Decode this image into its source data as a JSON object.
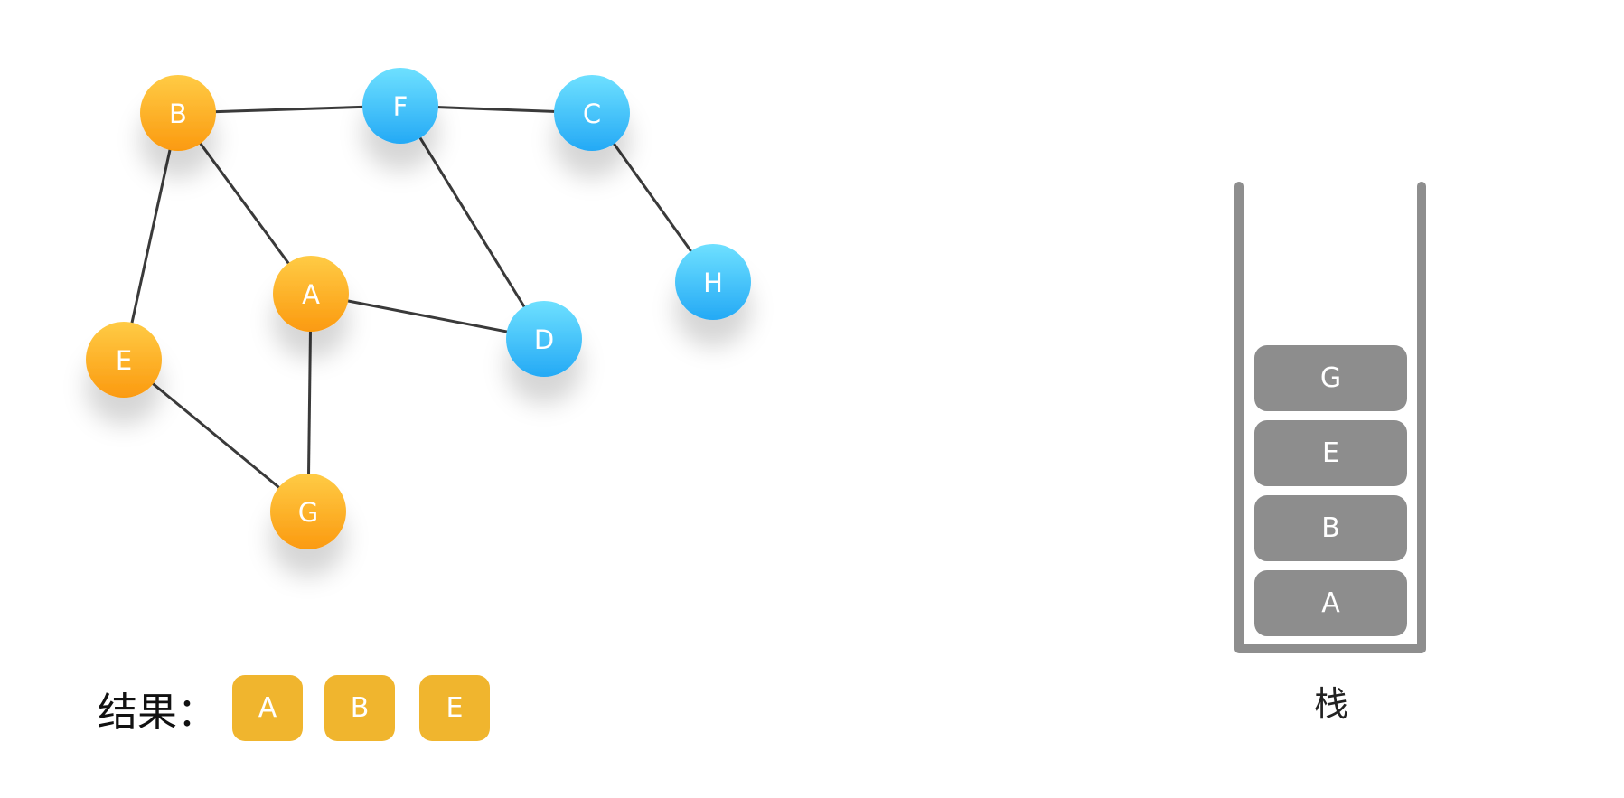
{
  "graph": {
    "nodes": [
      {
        "id": "B",
        "label": "B",
        "color": "orange"
      },
      {
        "id": "F",
        "label": "F",
        "color": "blue"
      },
      {
        "id": "C",
        "label": "C",
        "color": "blue"
      },
      {
        "id": "H",
        "label": "H",
        "color": "blue"
      },
      {
        "id": "A",
        "label": "A",
        "color": "orange"
      },
      {
        "id": "D",
        "label": "D",
        "color": "blue"
      },
      {
        "id": "E",
        "label": "E",
        "color": "orange"
      },
      {
        "id": "G",
        "label": "G",
        "color": "orange"
      }
    ],
    "edges": [
      [
        "B",
        "F"
      ],
      [
        "F",
        "C"
      ],
      [
        "C",
        "H"
      ],
      [
        "B",
        "A"
      ],
      [
        "B",
        "E"
      ],
      [
        "F",
        "D"
      ],
      [
        "A",
        "D"
      ],
      [
        "A",
        "G"
      ],
      [
        "E",
        "G"
      ]
    ],
    "colors": {
      "orange_light": "#ffcb45",
      "orange_dark": "#fb9a10",
      "blue_light": "#6ee0ff",
      "blue_dark": "#24a9f5",
      "edge": "#3a3a3a"
    }
  },
  "result": {
    "label": "结果：",
    "items": [
      "A",
      "B",
      "E"
    ],
    "box_color": "#f0b52e"
  },
  "stack": {
    "label": "栈",
    "items_top_to_bottom": [
      "G",
      "E",
      "B",
      "A"
    ],
    "color": "#8d8d8d"
  }
}
